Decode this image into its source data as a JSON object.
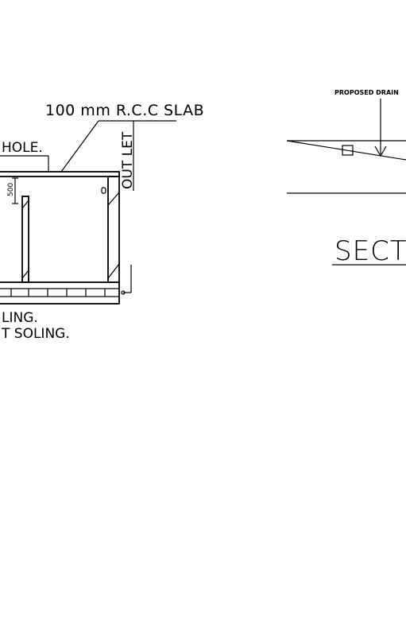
{
  "labels": {
    "slab": "100 mm  R.C.C    SLAB",
    "hole": "HOLE.",
    "outlet": "OUT  LET",
    "dim": "500",
    "soling1": "LING.",
    "soling2": "T  SOLING.",
    "proposed_drain": "PROPOSED DRAIN",
    "section": "SECTI"
  },
  "colors": {
    "ink": "#000000",
    "paper": "#ffffff"
  }
}
